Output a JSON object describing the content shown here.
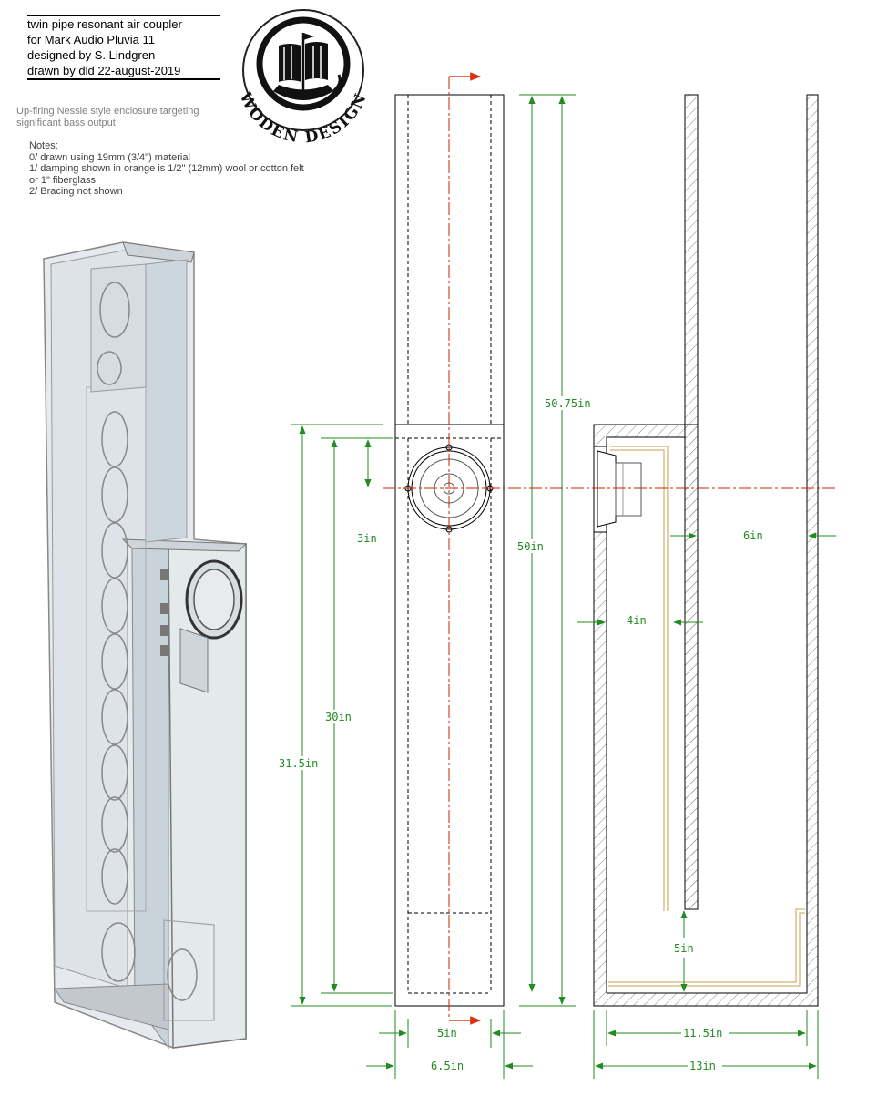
{
  "title_block": {
    "lines": [
      "twin pipe resonant air coupler",
      "for Mark Audio Pluvia 11",
      "designed by S. Lindgren",
      "drawn by dld 22-august-2019"
    ]
  },
  "subtitle": [
    "Up-firing Nessie style enclosure targeting",
    "significant bass output"
  ],
  "notes": {
    "heading": "Notes:",
    "items": [
      "0/ drawn using 19mm (3/4\") material",
      "1/ damping shown in orange is 1/2\" (12mm) wool or cotton felt",
      "or 1\" fiberglass",
      "2/ Bracing not shown"
    ]
  },
  "logo": {
    "text": "WODEN DESIGN"
  },
  "dimensions": {
    "overall_height": "50.75in",
    "inner_height": "50in",
    "driver_offset": "3in",
    "chamber_inner_height": "30in",
    "chamber_outer_height": "31.5in",
    "pipe_inner_width": "5in",
    "pipe_outer_width": "6.5in",
    "duct_width": "6in",
    "chamber_depth": "4in",
    "bottom_gap": "5in",
    "inner_depth": "11.5in",
    "outer_depth": "13in"
  },
  "colors": {
    "dimension": "#228b22",
    "centerline": "#cc2200",
    "damping": "#c8a050",
    "outline": "#000000",
    "hatch": "#808080"
  }
}
